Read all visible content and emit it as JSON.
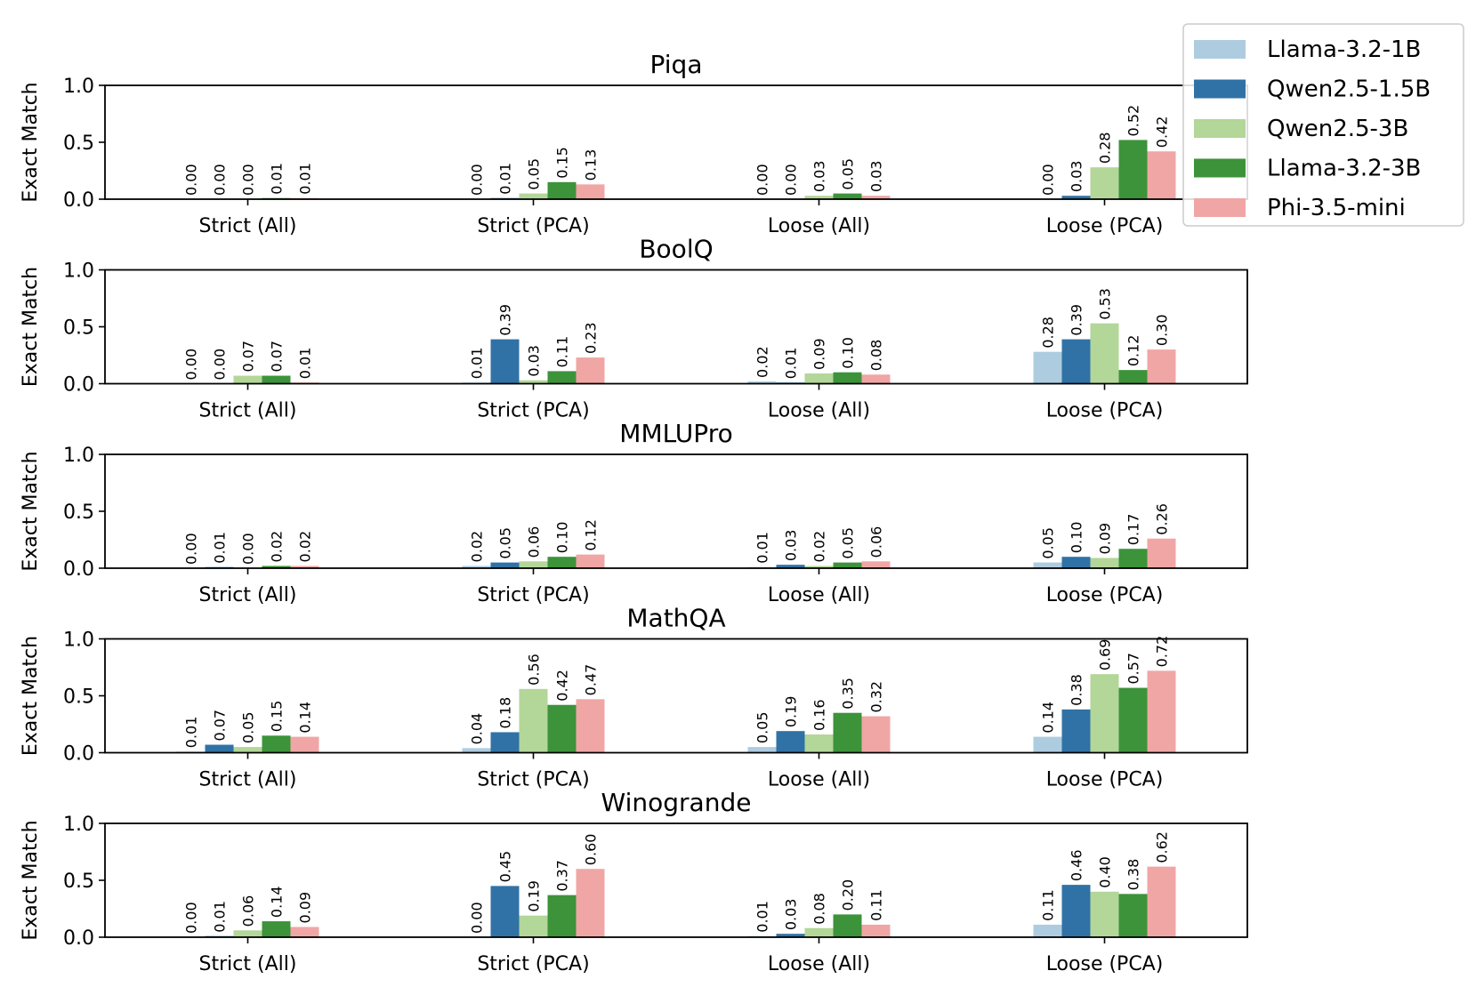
{
  "chart_data": {
    "type": "bar",
    "categories": [
      "Strict (All)",
      "Strict (PCA)",
      "Loose (All)",
      "Loose (PCA)"
    ],
    "ylabel": "Exact Match",
    "ylim": [
      0,
      1.0
    ],
    "yticks": [
      "0.0",
      "0.5",
      "1.0"
    ],
    "legend": {
      "placement": "top-right",
      "entries": [
        {
          "name": "Llama-3.2-1B",
          "color": "#aecce0"
        },
        {
          "name": "Qwen2.5-1.5B",
          "color": "#3072a6"
        },
        {
          "name": "Qwen2.5-3B",
          "color": "#b3d699"
        },
        {
          "name": "Llama-3.2-3B",
          "color": "#3c933a"
        },
        {
          "name": "Phi-3.5-mini",
          "color": "#f0a6a5"
        }
      ]
    },
    "panels": [
      {
        "title": "Piqa",
        "values": [
          [
            0.0,
            0.0,
            0.0,
            0.01,
            0.01
          ],
          [
            0.0,
            0.01,
            0.05,
            0.15,
            0.13
          ],
          [
            0.0,
            0.0,
            0.03,
            0.05,
            0.03
          ],
          [
            0.0,
            0.03,
            0.28,
            0.52,
            0.42
          ]
        ],
        "labels": [
          [
            "0.00",
            "0.00",
            "0.00",
            "0.01",
            "0.01"
          ],
          [
            "0.00",
            "0.01",
            "0.05",
            "0.15",
            "0.13"
          ],
          [
            "0.00",
            "0.00",
            "0.03",
            "0.05",
            "0.03"
          ],
          [
            "0.00",
            "0.03",
            "0.28",
            "0.52",
            "0.42"
          ]
        ]
      },
      {
        "title": "BoolQ",
        "values": [
          [
            0.0,
            0.0,
            0.07,
            0.07,
            0.01
          ],
          [
            0.01,
            0.39,
            0.03,
            0.11,
            0.23
          ],
          [
            0.02,
            0.01,
            0.09,
            0.1,
            0.08
          ],
          [
            0.28,
            0.39,
            0.53,
            0.12,
            0.3
          ]
        ],
        "labels": [
          [
            "0.00",
            "0.00",
            "0.07",
            "0.07",
            "0.01"
          ],
          [
            "0.01",
            "0.39",
            "0.03",
            "0.11",
            "0.23"
          ],
          [
            "0.02",
            "0.01",
            "0.09",
            "0.10",
            "0.08"
          ],
          [
            "0.28",
            "0.39",
            "0.53",
            "0.12",
            "0.30"
          ]
        ]
      },
      {
        "title": "MMLUPro",
        "values": [
          [
            0.0,
            0.01,
            0.0,
            0.02,
            0.02
          ],
          [
            0.02,
            0.05,
            0.06,
            0.1,
            0.12
          ],
          [
            0.01,
            0.03,
            0.02,
            0.05,
            0.06
          ],
          [
            0.05,
            0.1,
            0.09,
            0.17,
            0.26
          ]
        ],
        "labels": [
          [
            "0.00",
            "0.01",
            "0.00",
            "0.02",
            "0.02"
          ],
          [
            "0.02",
            "0.05",
            "0.06",
            "0.10",
            "0.12"
          ],
          [
            "0.01",
            "0.03",
            "0.02",
            "0.05",
            "0.06"
          ],
          [
            "0.05",
            "0.10",
            "0.09",
            "0.17",
            "0.26"
          ]
        ]
      },
      {
        "title": "MathQA",
        "values": [
          [
            0.01,
            0.07,
            0.05,
            0.15,
            0.14
          ],
          [
            0.04,
            0.18,
            0.56,
            0.42,
            0.47
          ],
          [
            0.05,
            0.19,
            0.16,
            0.35,
            0.32
          ],
          [
            0.14,
            0.38,
            0.69,
            0.57,
            0.72
          ]
        ],
        "labels": [
          [
            "0.01",
            "0.07",
            "0.05",
            "0.15",
            "0.14"
          ],
          [
            "0.04",
            "0.18",
            "0.56",
            "0.42",
            "0.47"
          ],
          [
            "0.05",
            "0.19",
            "0.16",
            "0.35",
            "0.32"
          ],
          [
            "0.14",
            "0.38",
            "0.69",
            "0.57",
            "0.72"
          ]
        ]
      },
      {
        "title": "Winogrande",
        "values": [
          [
            0.0,
            0.01,
            0.06,
            0.14,
            0.09
          ],
          [
            0.0,
            0.45,
            0.19,
            0.37,
            0.6
          ],
          [
            0.01,
            0.03,
            0.08,
            0.2,
            0.11
          ],
          [
            0.11,
            0.46,
            0.4,
            0.38,
            0.62
          ]
        ],
        "labels": [
          [
            "0.00",
            "0.01",
            "0.06",
            "0.14",
            "0.09"
          ],
          [
            "0.00",
            "0.45",
            "0.19",
            "0.37",
            "0.60"
          ],
          [
            "0.01",
            "0.03",
            "0.08",
            "0.20",
            "0.11"
          ],
          [
            "0.11",
            "0.46",
            "0.40",
            "0.38",
            "0.62"
          ]
        ]
      }
    ]
  }
}
